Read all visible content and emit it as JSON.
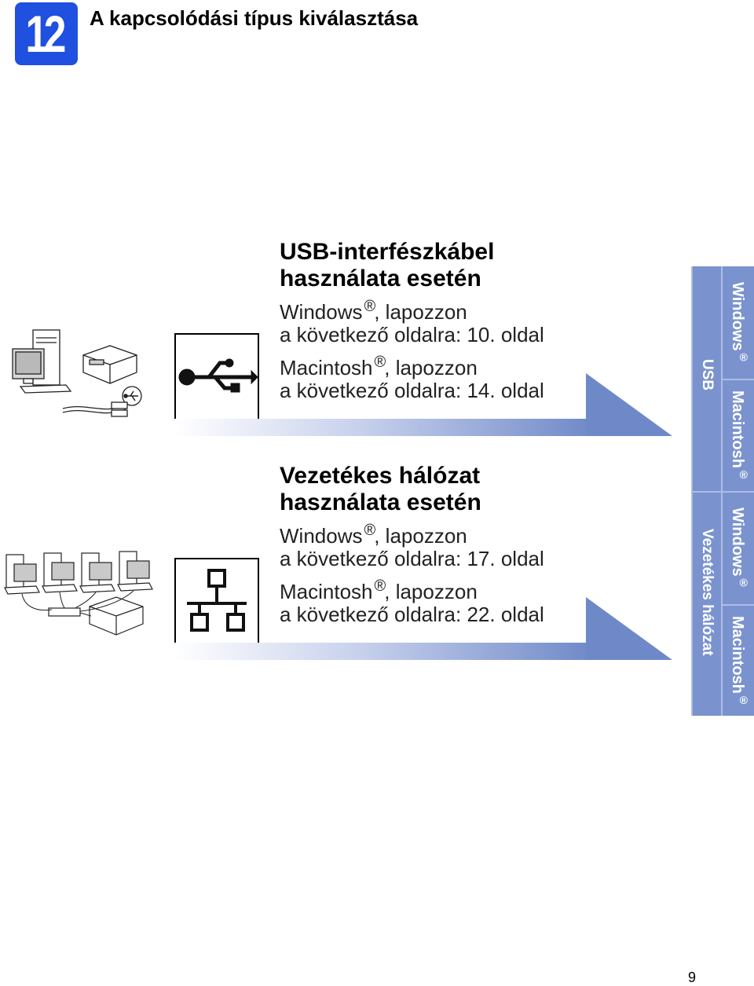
{
  "step": {
    "number": "12",
    "title": "A kapcsolódási típus kiválasztása"
  },
  "usb": {
    "heading_1": "USB-interfészkábel",
    "heading_2": "használata esetén",
    "windows_label": "Windows",
    "windows_suffix": ", lapozzon",
    "windows_line2": "a következő oldalra: 10. oldal",
    "mac_label": "Macintosh",
    "mac_suffix": ", lapozzon",
    "mac_line2": "a következő oldalra: 14. oldal"
  },
  "network": {
    "heading_1": "Vezetékes hálózat",
    "heading_2": "használata esetén",
    "windows_label": "Windows",
    "windows_suffix": ", lapozzon",
    "windows_line2": "a következő oldalra: 17. oldal",
    "mac_label": "Macintosh",
    "mac_suffix": ", lapozzon",
    "mac_line2": "a következő oldalra: 22. oldal"
  },
  "registered_mark": "®",
  "side_tabs": {
    "usb": "USB",
    "network": "Vezetékes hálózat",
    "windows": "Windows",
    "macintosh": "Macintosh"
  },
  "icons": {
    "usb": "usb-icon",
    "network": "network-icon",
    "usb_setup": "usb-setup-illustration",
    "network_setup": "network-setup-illustration"
  },
  "colors": {
    "brand_blue": "#2050e0",
    "tab_blue": "#7a93cf",
    "arrow_blue": "#6f89c8"
  },
  "page_number": "9"
}
